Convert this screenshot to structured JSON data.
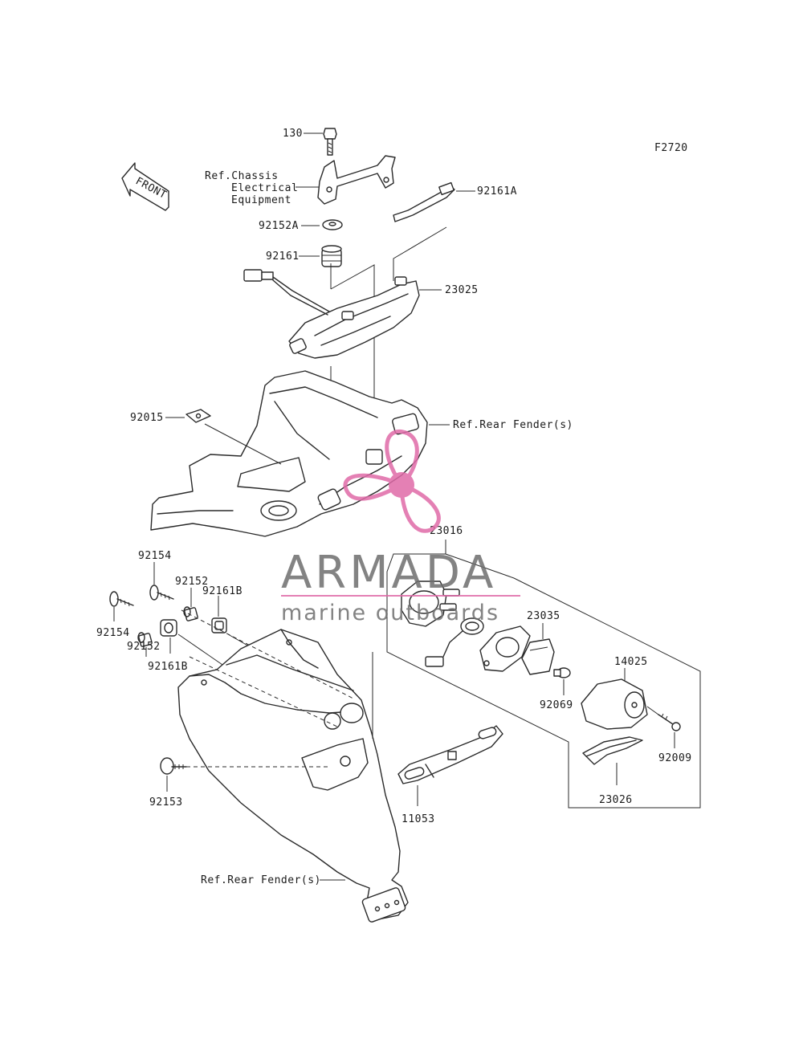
{
  "diagram_code": "F2720",
  "front_arrow": {
    "label": "FRONT"
  },
  "reference_labels": {
    "chassis_line1": "Ref.Chassis",
    "chassis_line2": "Electrical",
    "chassis_line3": "Equipment",
    "rear_fender_top": "Ref.Rear Fender(s)",
    "rear_fender_bottom": "Ref.Rear Fender(s)"
  },
  "part_numbers": {
    "p130": "130",
    "p92161A": "92161A",
    "p92152A": "92152A",
    "p92161": "92161",
    "p23025": "23025",
    "p92015": "92015",
    "p23016": "23016",
    "p92154_top": "92154",
    "p92152_top": "92152",
    "p92161B_top": "92161B",
    "p92154_left": "92154",
    "p92152_left": "92152",
    "p92161B_bottom": "92161B",
    "p23035": "23035",
    "p92069": "92069",
    "p14025": "14025",
    "p92009": "92009",
    "p23026": "23026",
    "p92153": "92153",
    "p11053": "11053"
  },
  "watermark": {
    "brand": "ARMADA",
    "tagline": "marine outboards",
    "brand_color": "#6e6e6e",
    "accent_color": "#e06aa8"
  }
}
